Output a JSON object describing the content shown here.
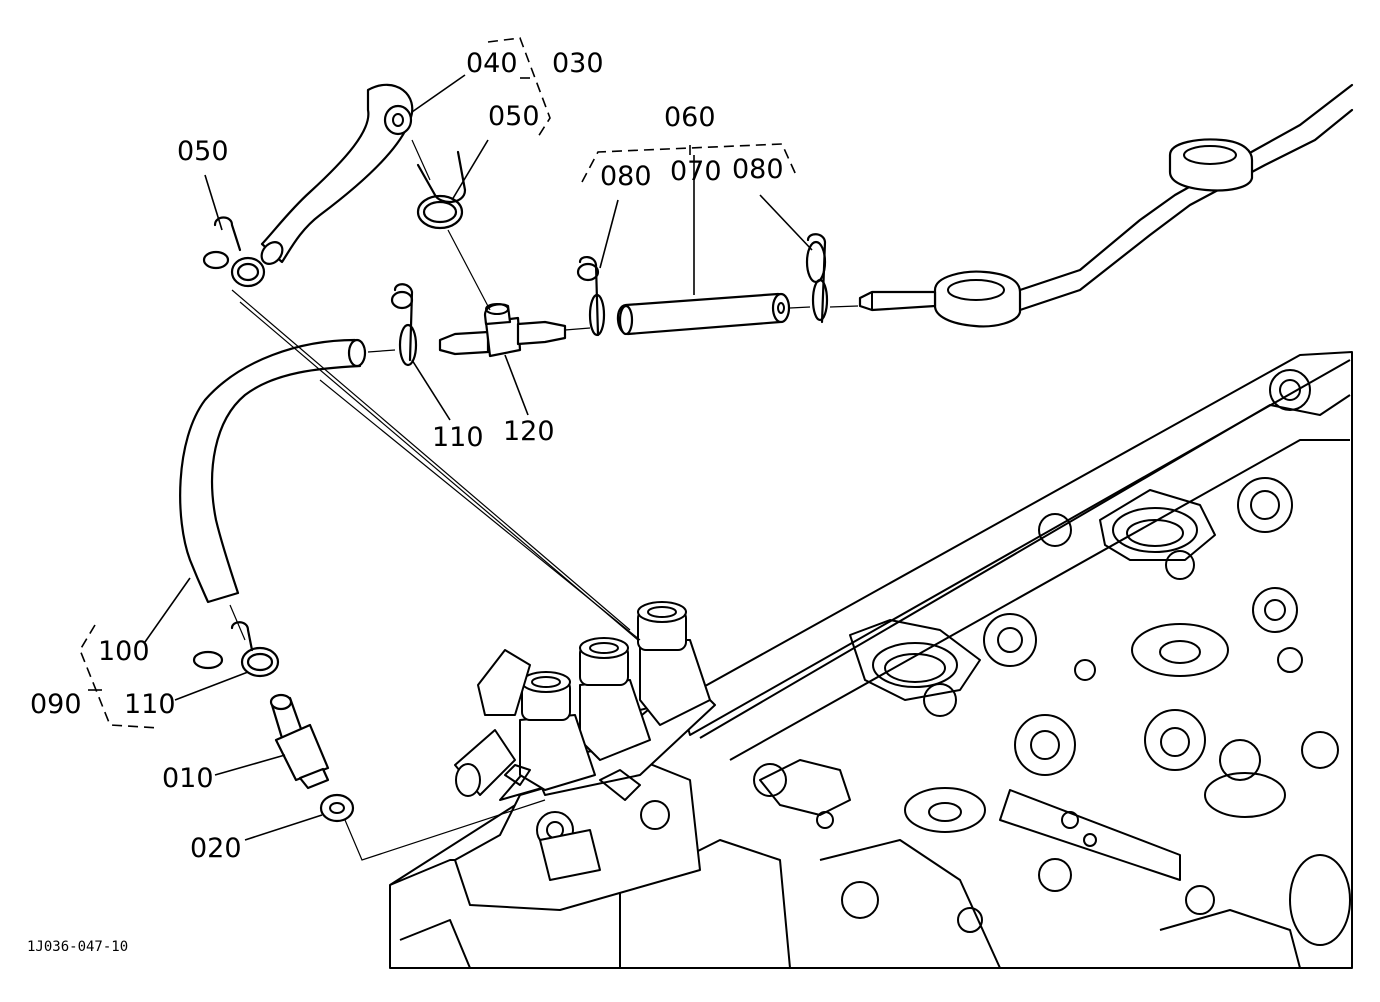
{
  "diagram": {
    "figure_id": "1J036-047-10",
    "callouts": {
      "p010": "010",
      "p020": "020",
      "p030": "030",
      "p040": "040",
      "p050a": "050",
      "p050b": "050",
      "p060": "060",
      "p070": "070",
      "p080a": "080",
      "p080b": "080",
      "p090": "090",
      "p100": "100",
      "p110a": "110",
      "p110b": "110",
      "p120": "120"
    }
  }
}
